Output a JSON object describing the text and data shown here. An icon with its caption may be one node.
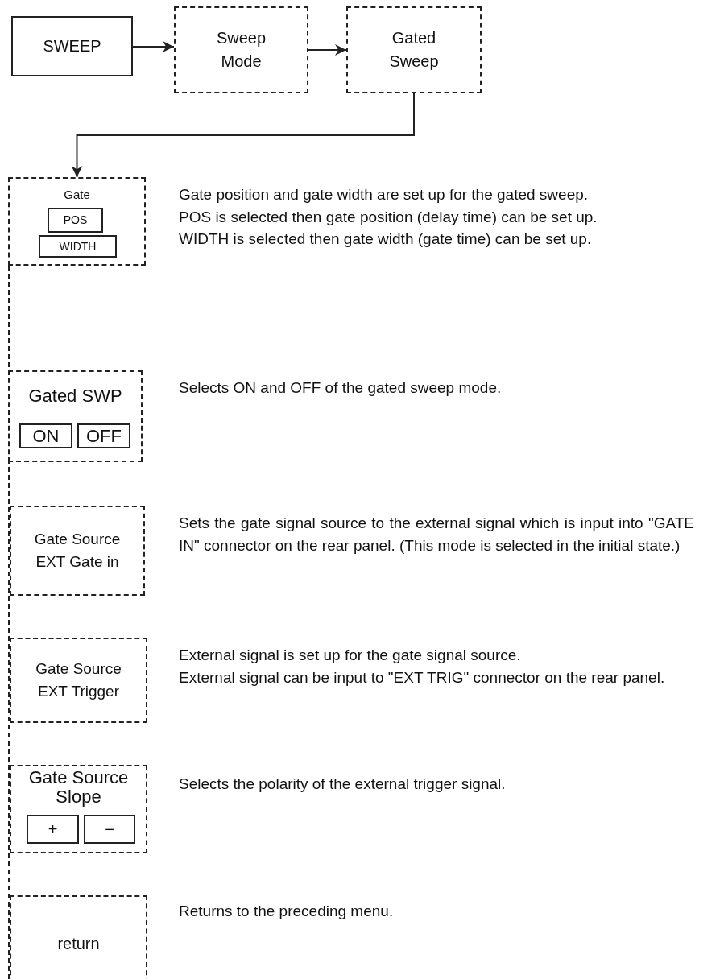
{
  "diagram": {
    "nodes": [
      {
        "text": [
          "SWEEP"
        ]
      },
      {
        "text": [
          "Sweep Mode"
        ]
      },
      {
        "text": [
          "Gated Sweep"
        ]
      },
      {
        "text": [
          "Gate"
        ],
        "beside": [
          "Gate position and gate width are set up for the gated sweep.",
          "POS is selected then gate position (delay time) can be set up.",
          "WIDTH is selected then gate width (gate time) can be set up."
        ]
      },
      {
        "text": [
          "POS"
        ],
        "in": 3
      },
      {
        "text": [
          "WIDTH"
        ],
        "in": 3
      },
      {
        "text": [
          "Gated SWP"
        ],
        "beside": [
          "Selects ON and OFF of the gated sweep mode."
        ]
      },
      {
        "text": [
          "ON"
        ],
        "in": 6
      },
      {
        "text": [
          "OFF"
        ],
        "in": 6
      },
      {
        "text": [
          "Gate Source EXT Gate in"
        ],
        "beside": [
          "Sets the gate signal source to the external signal which is input into \"GATE IN\" connector on the rear panel. (This mode is selected in the initial state.)"
        ]
      },
      {
        "text": [
          "Gate Source EXT Trigger"
        ],
        "beside": [
          "External signal is set up for the gate signal source.",
          "External signal can be input to \"EXT TRIG\" connector on the rear panel."
        ]
      },
      {
        "text": [
          "Gate Source Slope"
        ],
        "beside": [
          "Selects the polarity of the external trigger signal."
        ]
      },
      {
        "text": [
          "+"
        ],
        "in": 11
      },
      {
        "text": [
          "−"
        ],
        "in": 11
      },
      {
        "text": [
          "return"
        ],
        "beside": [
          "Returns to the preceding menu."
        ]
      }
    ],
    "edges": [
      {
        "from": 0,
        "to": 1,
        "arrow": "to"
      },
      {
        "from": 1,
        "to": 2,
        "arrow": "to"
      },
      {
        "from": 2,
        "to": 3,
        "arrow": "to"
      }
    ]
  }
}
